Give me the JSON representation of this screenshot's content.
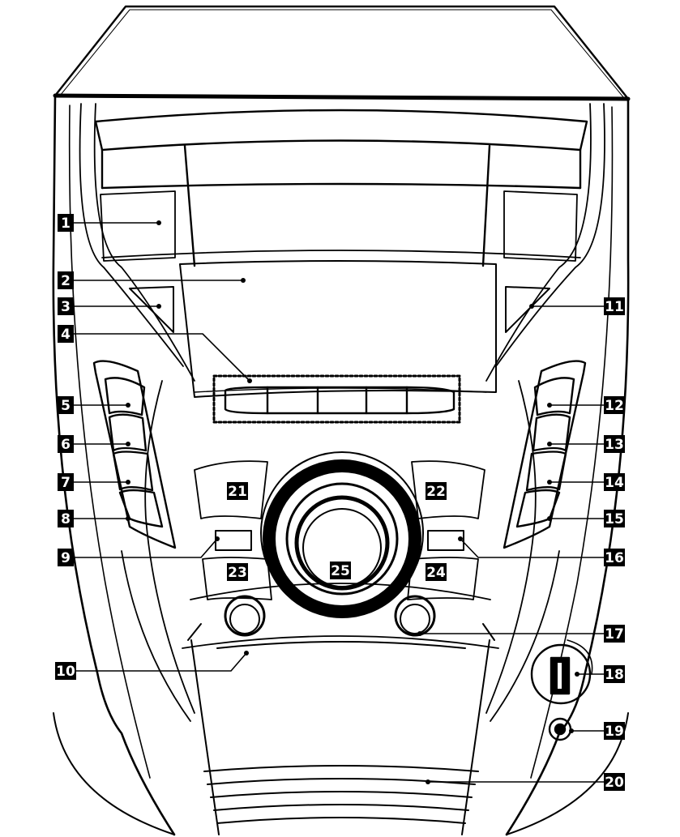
{
  "figure": "front panel callout diagram",
  "callouts": [
    {
      "id": "1"
    },
    {
      "id": "2"
    },
    {
      "id": "3"
    },
    {
      "id": "4"
    },
    {
      "id": "5"
    },
    {
      "id": "6"
    },
    {
      "id": "7"
    },
    {
      "id": "8"
    },
    {
      "id": "9"
    },
    {
      "id": "10"
    },
    {
      "id": "11"
    },
    {
      "id": "12"
    },
    {
      "id": "13"
    },
    {
      "id": "14"
    },
    {
      "id": "15"
    },
    {
      "id": "16"
    },
    {
      "id": "17"
    },
    {
      "id": "18"
    },
    {
      "id": "19"
    },
    {
      "id": "20"
    },
    {
      "id": "21"
    },
    {
      "id": "22"
    },
    {
      "id": "23"
    },
    {
      "id": "24"
    },
    {
      "id": "25"
    }
  ]
}
